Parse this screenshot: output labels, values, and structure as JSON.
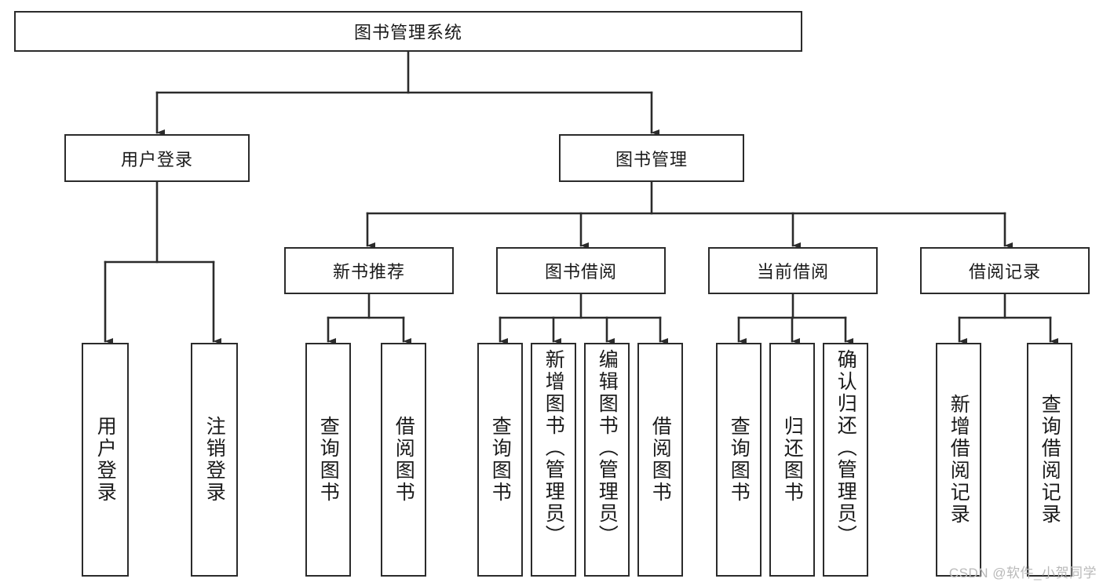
{
  "diagram": {
    "title_node": {
      "label": "图书管理系统"
    },
    "level1": [
      {
        "label": "用户登录"
      },
      {
        "label": "图书管理"
      }
    ],
    "level2": [
      {
        "label": "新书推荐"
      },
      {
        "label": "图书借阅"
      },
      {
        "label": "当前借阅"
      },
      {
        "label": "借阅记录"
      }
    ],
    "leaves": {
      "user_login": [
        {
          "label": "用户登录"
        },
        {
          "label": "注销登录"
        }
      ],
      "new_book_recommend": [
        {
          "label": "查询图书"
        },
        {
          "label": "借阅图书"
        }
      ],
      "book_borrow": [
        {
          "label": "查询图书"
        },
        {
          "label": "新增图书（管理员）"
        },
        {
          "label": "编辑图书（管理员）"
        },
        {
          "label": "借阅图书"
        }
      ],
      "current_borrow": [
        {
          "label": "查询图书"
        },
        {
          "label": "归还图书"
        },
        {
          "label": "确认归还（管理员）"
        }
      ],
      "borrow_record": [
        {
          "label": "新增借阅记录"
        },
        {
          "label": "查询借阅记录"
        }
      ]
    }
  },
  "watermark": {
    "text": "CSDN @软件_小贺同学"
  },
  "colors": {
    "border": "#2b2b2b",
    "text": "#1a1a1a",
    "background": "#ffffff",
    "watermark": "#b9b9b9"
  }
}
